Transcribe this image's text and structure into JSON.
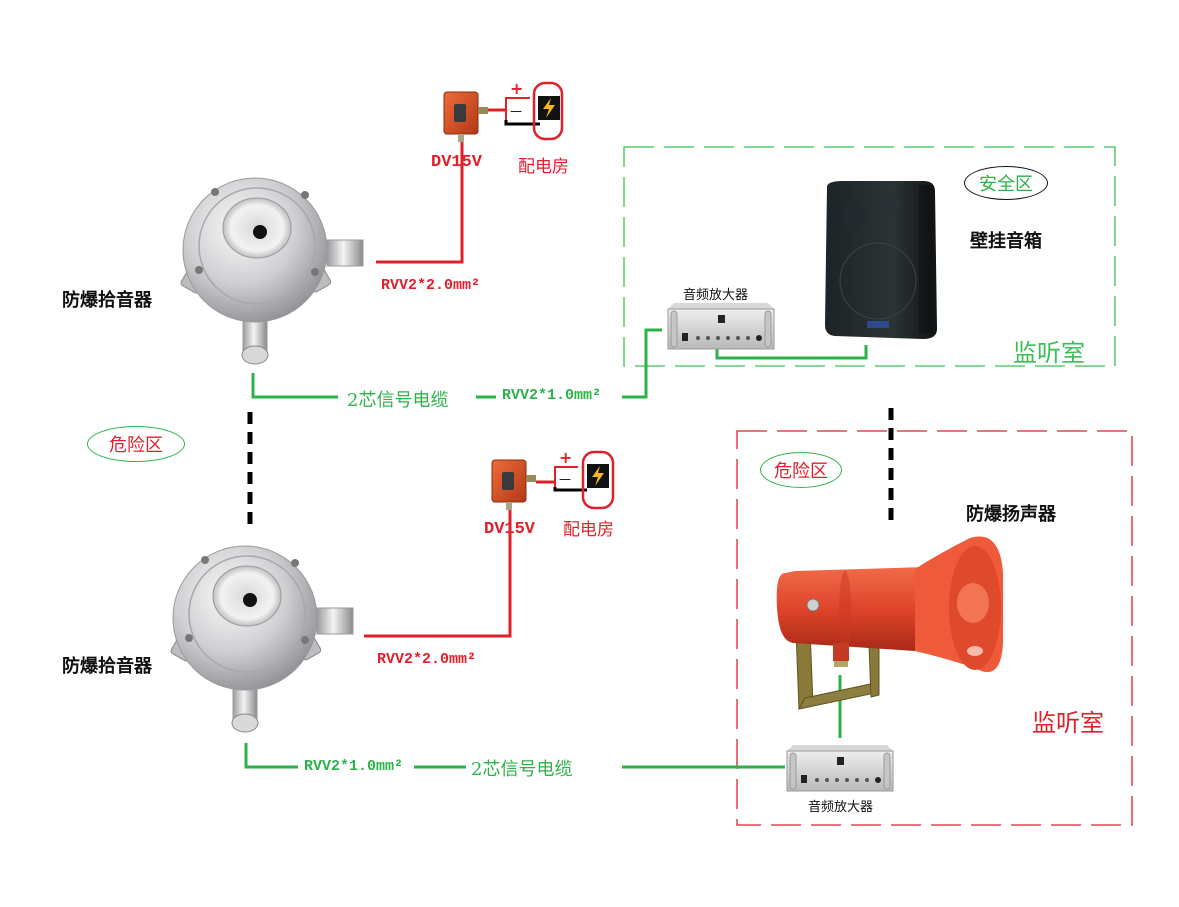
{
  "diagram": {
    "title": "防爆拾音器监听系统接线图",
    "top_system": {
      "pickup_label": "防爆拾音器",
      "power_supply_label": "DV15V",
      "power_room_label": "配电房",
      "plus_sign": "+",
      "minus_sign": "—",
      "power_cable_label": "RVV2*2.0mm²",
      "signal_cable_label": "2芯信号电缆",
      "signal_cable_spec": "RVV2*1.0mm²",
      "zone_label": "危险区",
      "room": {
        "zone_label": "安全区",
        "speaker_label": "壁挂音箱",
        "amplifier_label": "音频放大器",
        "room_label": "监听室"
      }
    },
    "bottom_system": {
      "pickup_label": "防爆拾音器",
      "power_supply_label": "DV15V",
      "power_room_label": "配电房",
      "plus_sign": "+",
      "minus_sign": "—",
      "power_cable_label": "RVV2*2.0mm²",
      "signal_cable_label": "2芯信号电缆",
      "signal_cable_spec": "RVV2*1.0mm²",
      "room": {
        "zone_label": "危险区",
        "speaker_label": "防爆扬声器",
        "amplifier_label": "音频放大器",
        "room_label": "监听室"
      }
    },
    "colors": {
      "power_line": "#e0202a",
      "signal_line": "#2db24a",
      "safe_zone_border": "#3bbf55",
      "hazard_zone_border": "#e0202a",
      "separator": "#000000"
    },
    "icons": [
      "microphone-pickup-icon",
      "power-supply-box-icon",
      "lightning-icon",
      "amplifier-icon",
      "wall-speaker-icon",
      "horn-speaker-icon"
    ]
  }
}
